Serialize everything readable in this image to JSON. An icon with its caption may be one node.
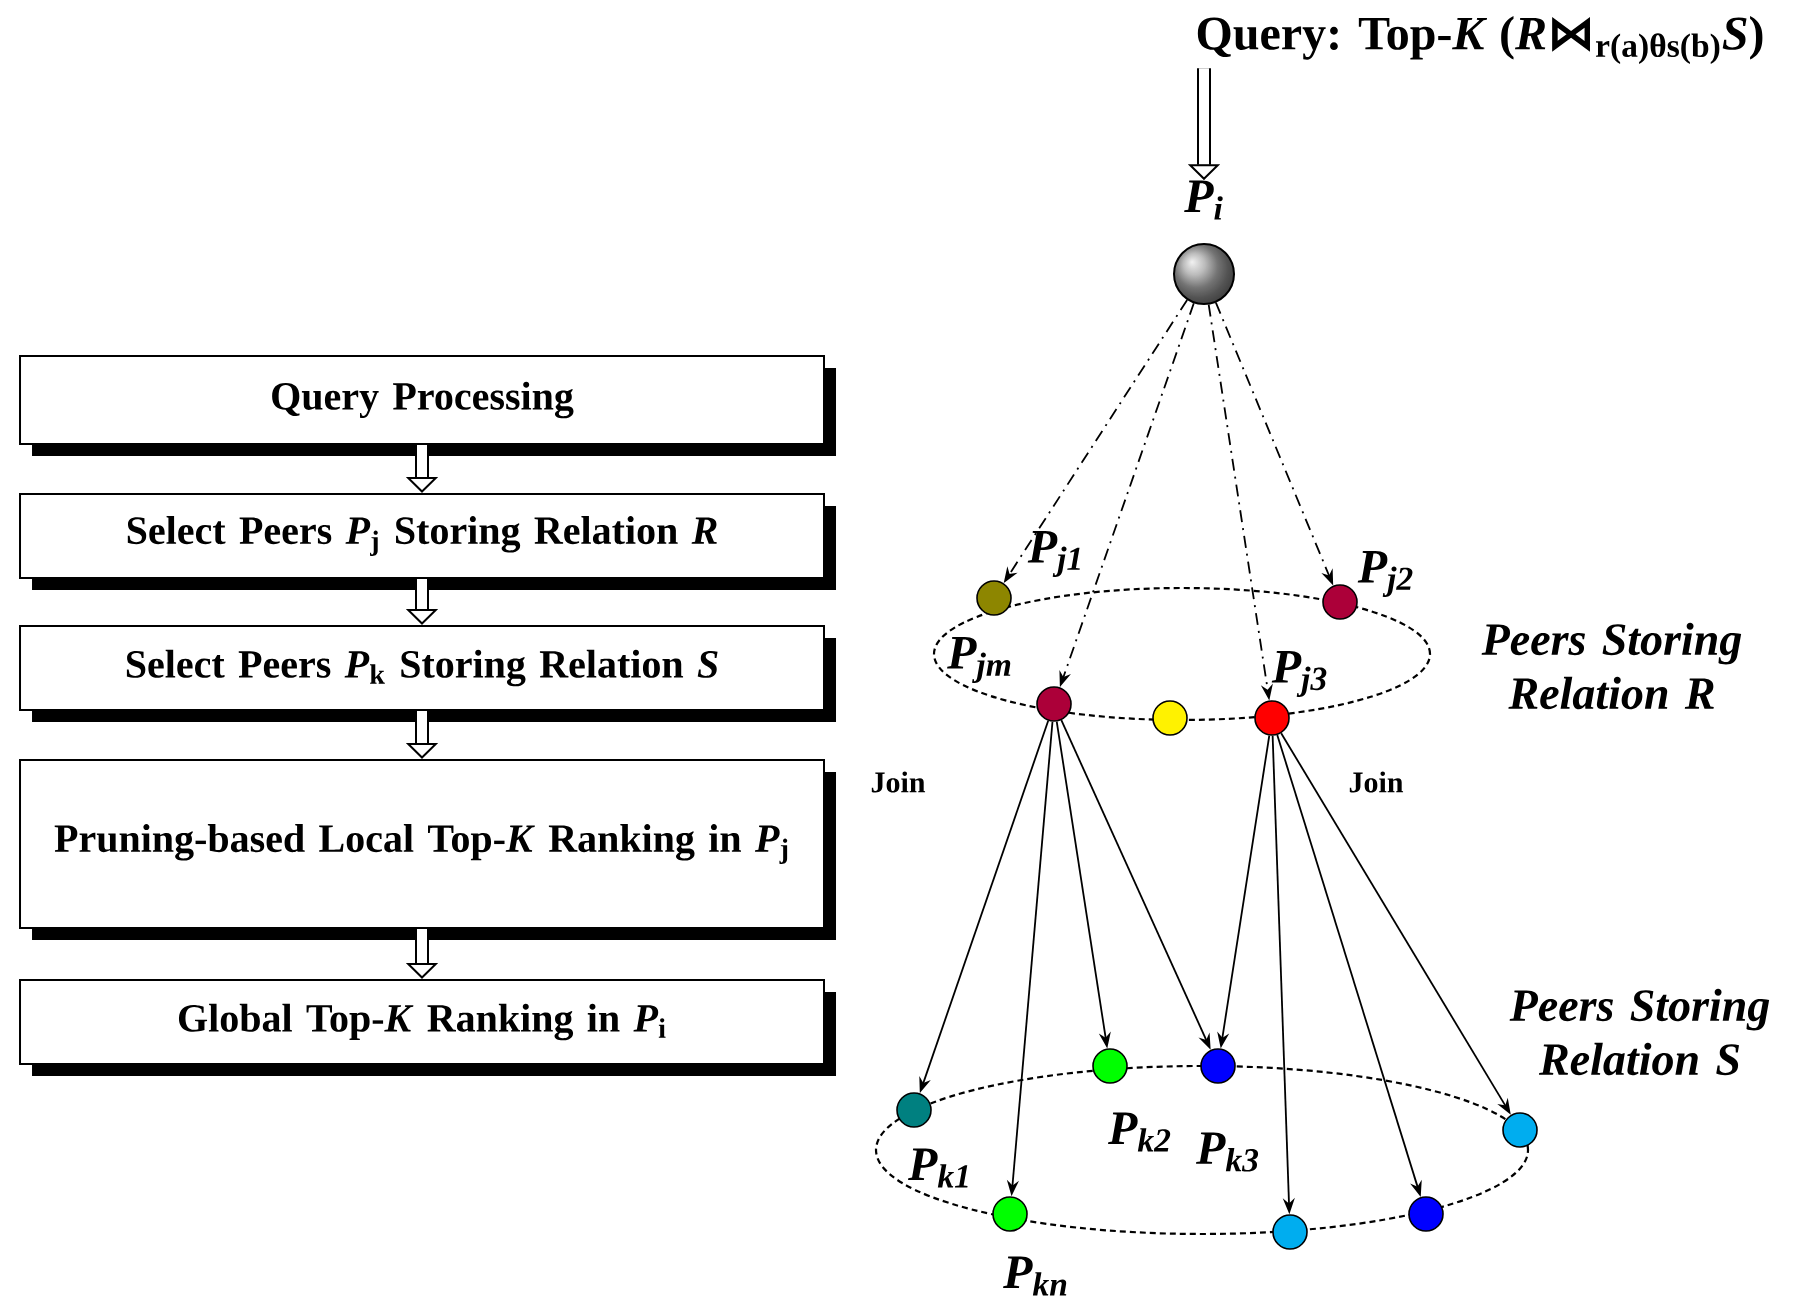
{
  "diagram": {
    "nodes": [
      {
        "text": [
          "Query: Top-*K* (*R*⋈$_{r(a)θs(b)}$*S*)"
        ]
      },
      {
        "text": [
          "P$_{i}$"
        ]
      },
      {
        "text": [
          "Query Processing"
        ]
      },
      {
        "text": [
          "Select Peers *P*$_{j}$ Storing Relation *R*"
        ]
      },
      {
        "text": [
          "Select Peers *P*$_{k}$ Storing Relation *S*"
        ]
      },
      {
        "text": [
          "Pruning-based Local Top-*K* Ranking in *P*$_{j}$"
        ]
      },
      {
        "text": [
          "Global Top-*K* Ranking in *P*$_{i}$"
        ]
      },
      {
        "text": [
          "P$_{j1}$"
        ]
      },
      {
        "text": [
          "P$_{j2}$"
        ]
      },
      {
        "text": [
          "P$_{jm}$"
        ]
      },
      {
        "text": [],
        "shape": "circle"
      },
      {
        "text": [
          "P$_{j3}$"
        ]
      },
      {
        "text": [
          "P$_{k1}$"
        ]
      },
      {
        "text": [
          "P$_{k2}$"
        ]
      },
      {
        "text": [
          "P$_{k3}$"
        ]
      },
      {
        "text": [
          "P$_{kn}$"
        ]
      },
      {
        "text": [],
        "shape": "circle"
      },
      {
        "text": [],
        "shape": "circle"
      },
      {
        "text": [],
        "shape": "circle"
      }
    ],
    "edges": [
      {
        "from": 0,
        "to": 1,
        "arrow": "to",
        "style": "thick"
      },
      {
        "from": 2,
        "to": 3,
        "arrow": "to",
        "style": "thick"
      },
      {
        "from": 3,
        "to": 4,
        "arrow": "to",
        "style": "thick"
      },
      {
        "from": 4,
        "to": 5,
        "arrow": "to",
        "style": "thick"
      },
      {
        "from": 5,
        "to": 6,
        "arrow": "to",
        "style": "thick"
      },
      {
        "from": 1,
        "to": 7,
        "arrow": "to",
        "style": "dashed"
      },
      {
        "from": 1,
        "to": 9,
        "arrow": "to",
        "style": "dashed"
      },
      {
        "from": 1,
        "to": 11,
        "arrow": "to",
        "style": "dashed"
      },
      {
        "from": 1,
        "to": 8,
        "arrow": "to",
        "style": "dashed"
      },
      {
        "from": 9,
        "to": 12,
        "arrow": "to",
        "label": "Join"
      },
      {
        "from": 9,
        "to": 15,
        "arrow": "to"
      },
      {
        "from": 9,
        "to": 13,
        "arrow": "to"
      },
      {
        "from": 9,
        "to": 14,
        "arrow": "to"
      },
      {
        "from": 11,
        "to": 14,
        "arrow": "to"
      },
      {
        "from": 11,
        "to": 17,
        "arrow": "to"
      },
      {
        "from": 11,
        "to": 18,
        "arrow": "to"
      },
      {
        "from": 11,
        "to": 16,
        "arrow": "to",
        "label": "Join"
      }
    ],
    "labels": [
      "Peers Storing Relation R",
      "Peers Storing Relation S"
    ]
  }
}
